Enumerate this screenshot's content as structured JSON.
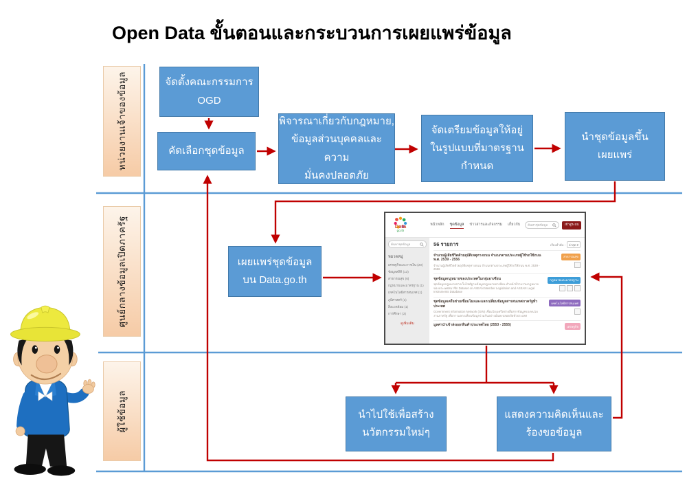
{
  "title": "Open Data ขั้นตอนและกระบวนการเผยแพร่ข้อมูล",
  "lanes": [
    {
      "label": "หน่วยงานเจ้าของข้อมูล"
    },
    {
      "label": "ศูนย์กลางข้อมูลเปิดภาครัฐ"
    },
    {
      "label": "ผู้ใช้ข้อมูล"
    }
  ],
  "boxes": {
    "establish_ogd": [
      "จัดตั้งคณะกรรมการ",
      "OGD"
    ],
    "select_datasets": [
      "คัดเลือกชุดข้อมูล"
    ],
    "legal_review": [
      "พิจารณาเกี่ยวกับกฎหมาย,",
      "ข้อมูลส่วนบุคคลและความ",
      "มั่นคงปลอดภัย"
    ],
    "prepare_data": [
      "จัดเตรียมข้อมูลให้อยู่",
      "ในรูปแบบที่มาตรฐาน",
      "กำหนด"
    ],
    "upload_datasets": [
      "นำชุดข้อมูลขึ้น",
      "เผยแพร่"
    ],
    "publish_datasets": [
      "เผยแพร่ชุดข้อมูล",
      "บน Data.go.th"
    ],
    "create_innovation": [
      "นำไปใช้เพื่อสร้าง",
      "นวัตกรรมใหม่ๆ"
    ],
    "feedback_request": [
      "แสดงความคิดเห็นและ",
      "ร้องขอข้อมูล"
    ]
  },
  "website": {
    "logo": {
      "word": "Data",
      "sub": "go.th"
    },
    "nav": [
      "หน้าหลัก",
      "ชุดข้อมูล",
      "ข่าวสารและกิจกรรม",
      "เกี่ยวกับ"
    ],
    "header_search_placeholder": "ค้นหาชุดข้อมูล",
    "login_button": "เข้าสู่ระบบ",
    "sidebar": {
      "search_placeholder": "ค้นหาชุดข้อมูล",
      "section_title": "หมวดหมู่",
      "categories": [
        "เศรษฐกิจและการเงิน (20)",
        "ข้อมูลสถิติ (13)",
        "สาธารณสุข (6)",
        "กฎหมายและมาตรฐาน (1)",
        "เทคโนโลยีสารสนเทศ (1)",
        "ภูมิศาสตร์ (1)",
        "สิ่งแวดล้อม (1)",
        "การศึกษา (2)"
      ],
      "more_link": "ดูเพิ่มเติม"
    },
    "results_count": "56 รายการ",
    "sort_label": "เรียงลำดับ :",
    "sort_value": "ล่าสุด",
    "items": [
      {
        "title": "จำนวนผู้เสียชีวิตด้วยอุบัติเหตุทางถนน จำแนกตามประเภทผู้ใช้รถใช้ถนน พ.ศ. 2539 - 2556",
        "desc": "จำนวนผู้เสียชีวิตด้วยอุบัติเหตุทางถนน จำแนกตามประเภทผู้ใช้รถใช้ถนน พ.ศ. 2539 - 2556",
        "tag": "สาธารณสุข",
        "tag_color": "#F0A04B"
      },
      {
        "title": "ชุดข้อมูลกฎหมายของประเทศในกลุ่มอาเซียน",
        "desc": "ชุดข้อมูลกฎหมายจากเว็บไซต์ฐานข้อมูลกฎหมายอาเซียน ทำหน้าที่รวบรวมกฎหมายของประเทศสมาชิก Dataset on ASEAN Member Legislation and ASEAN Legal Instruments Database",
        "tag": "กฎหมายและมาตรฐาน",
        "tag_color": "#3D9DD8"
      },
      {
        "title": "ชุดข้อมูลเครือข่ายเชื่อมโยงและแลกเปลี่ยนข้อมูลสารสนเทศภาครัฐทั่วประเทศ",
        "desc": "Government Information Network (GIN) เชื่อมโยงเครือข่ายสื่อสารข้อมูลของหน่วยงานภาครัฐ เพื่อการแลกเปลี่ยนข้อมูลร่วมกันอย่างมั่นคงปลอดภัยทั่วประเทศ",
        "tag": "เทคโนโลยีสารสนเทศ",
        "tag_color": "#8E6BBF"
      },
      {
        "title": "มูลค่านำเข้าส่งออกสินค้าประเทศไทย (2553 - 2555)",
        "tag": "เศรษฐกิจ",
        "tag_color": "#F2A7BB"
      }
    ]
  },
  "icons": {
    "search": "magnifier",
    "sort_caret": "▾"
  },
  "colors": {
    "process_box_fill": "#5B9BD5",
    "process_box_border": "#4178A8",
    "arrow_red": "#C00000",
    "lane_line_blue": "#5B9BD5",
    "lane_label_top": "#FDF4EA",
    "lane_label_bottom": "#F6CBA6",
    "login_button_bg": "#8B1A1A"
  }
}
